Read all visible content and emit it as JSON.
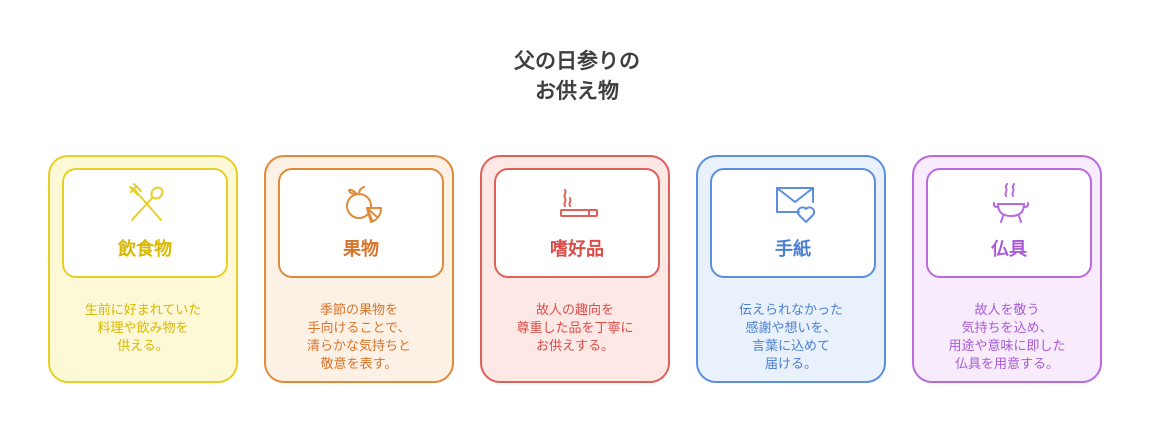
{
  "title": {
    "line1": "父の日参りの",
    "line2": "お供え物"
  },
  "cards": [
    {
      "icon": "fork-knife-icon",
      "label": "飲食物",
      "desc": [
        "生前に好まれていた",
        "料理や飲み物を",
        "供える。"
      ],
      "color": "#e9cf25"
    },
    {
      "icon": "fruit-icon",
      "label": "果物",
      "desc": [
        "季節の果物を",
        "手向けることで、",
        "清らかな気持ちと",
        "敬意を表す。"
      ],
      "color": "#e08a3a"
    },
    {
      "icon": "cigarette-icon",
      "label": "嗜好品",
      "desc": [
        "故人の趣向を",
        "尊重した品を丁寧に",
        "お供えする。"
      ],
      "color": "#e0605a"
    },
    {
      "icon": "envelope-heart-icon",
      "label": "手紙",
      "desc": [
        "伝えられなかった",
        "感謝や想いを、",
        "言葉に込めて",
        "届ける。"
      ],
      "color": "#5a8fe0"
    },
    {
      "icon": "incense-burner-icon",
      "label": "仏具",
      "desc": [
        "故人を敬う",
        "気持ちを込め、",
        "用途や意味に即した",
        "仏具を用意する。"
      ],
      "color": "#b96ae0"
    }
  ]
}
